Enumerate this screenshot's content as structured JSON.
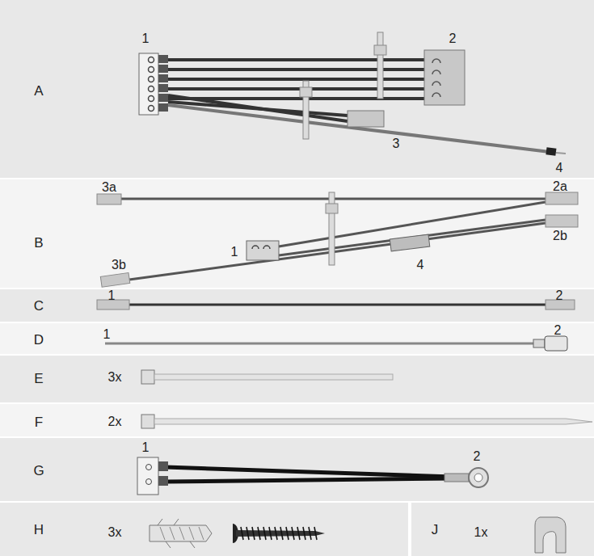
{
  "diagram": {
    "labels": [
      "A",
      "1",
      "2",
      "3",
      "4",
      "B",
      "3a",
      "2a",
      "1",
      "2b",
      "4",
      "3b",
      "C",
      "1",
      "2",
      "D",
      "1",
      "2",
      "E",
      "3x",
      "F",
      "2x",
      "G",
      "1",
      "2",
      "H",
      "3x",
      "J",
      "1x"
    ]
  }
}
